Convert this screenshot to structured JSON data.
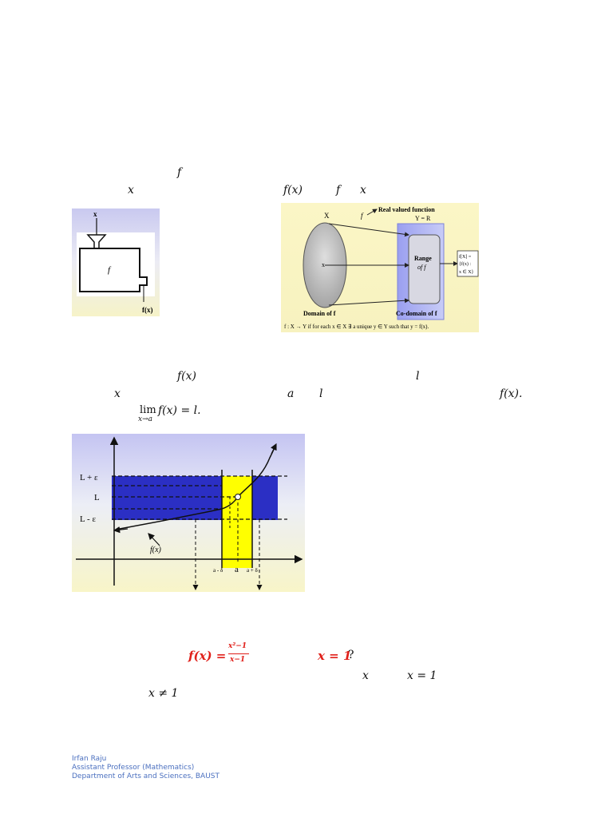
{
  "intro": {
    "f_symbol": "f",
    "x_symbol": "x",
    "fx_symbol": "f(x)",
    "f_symbol2": "f",
    "x_symbol2": "x"
  },
  "machine_figure": {
    "input_label": "x",
    "box_label": "f",
    "output_label": "f(x)"
  },
  "mapping_figure": {
    "X_label": "X",
    "f_label": "f",
    "title": "Real valued function",
    "Y_label": "Y = R",
    "x_label": "x",
    "range_label": "Range",
    "range_of": "of f",
    "set_line1": "f[X] =",
    "set_line2": "{f(x) :",
    "set_line3": "x ∈ X}",
    "domain_label": "Domain of f",
    "codomain_label": "Co-domain of f",
    "caption": "f : X → Y  if for each x ∈ X  ∃ a unique y ∈ Y such that y = f(x)."
  },
  "limit_text": {
    "fx": "f(x)",
    "l": "l",
    "x": "x",
    "a": "a",
    "l2": "l",
    "fx2": "f(x).",
    "lim_word": "lim",
    "lim_sub": "x→a",
    "lim_expr": "f(x) = l."
  },
  "epsilon_figure": {
    "L_plus": "L + ε",
    "L": "L",
    "L_minus": "L - ε",
    "fx_label": "f(x)",
    "a_minus": "a - δ",
    "a": "a",
    "a_plus": "a + δ"
  },
  "question": {
    "fx_lhs": "f(x) =",
    "numerator": "x²−1",
    "denominator": "x−1",
    "at": "x = 1",
    "qmark": "?",
    "x": "x",
    "x_eq": "x = 1",
    "x_neq": "x ≠ 1"
  },
  "footer": {
    "name": "Irfan Raju",
    "title": "Assistant Professor (Mathematics)",
    "dept": "Department of Arts and Sciences, BAUST"
  },
  "colors": {
    "band_blue": "#2b2fc4",
    "strip_yellow": "#ffff00",
    "accent_red": "#e0201a",
    "footer_blue": "#4a6fbf"
  }
}
